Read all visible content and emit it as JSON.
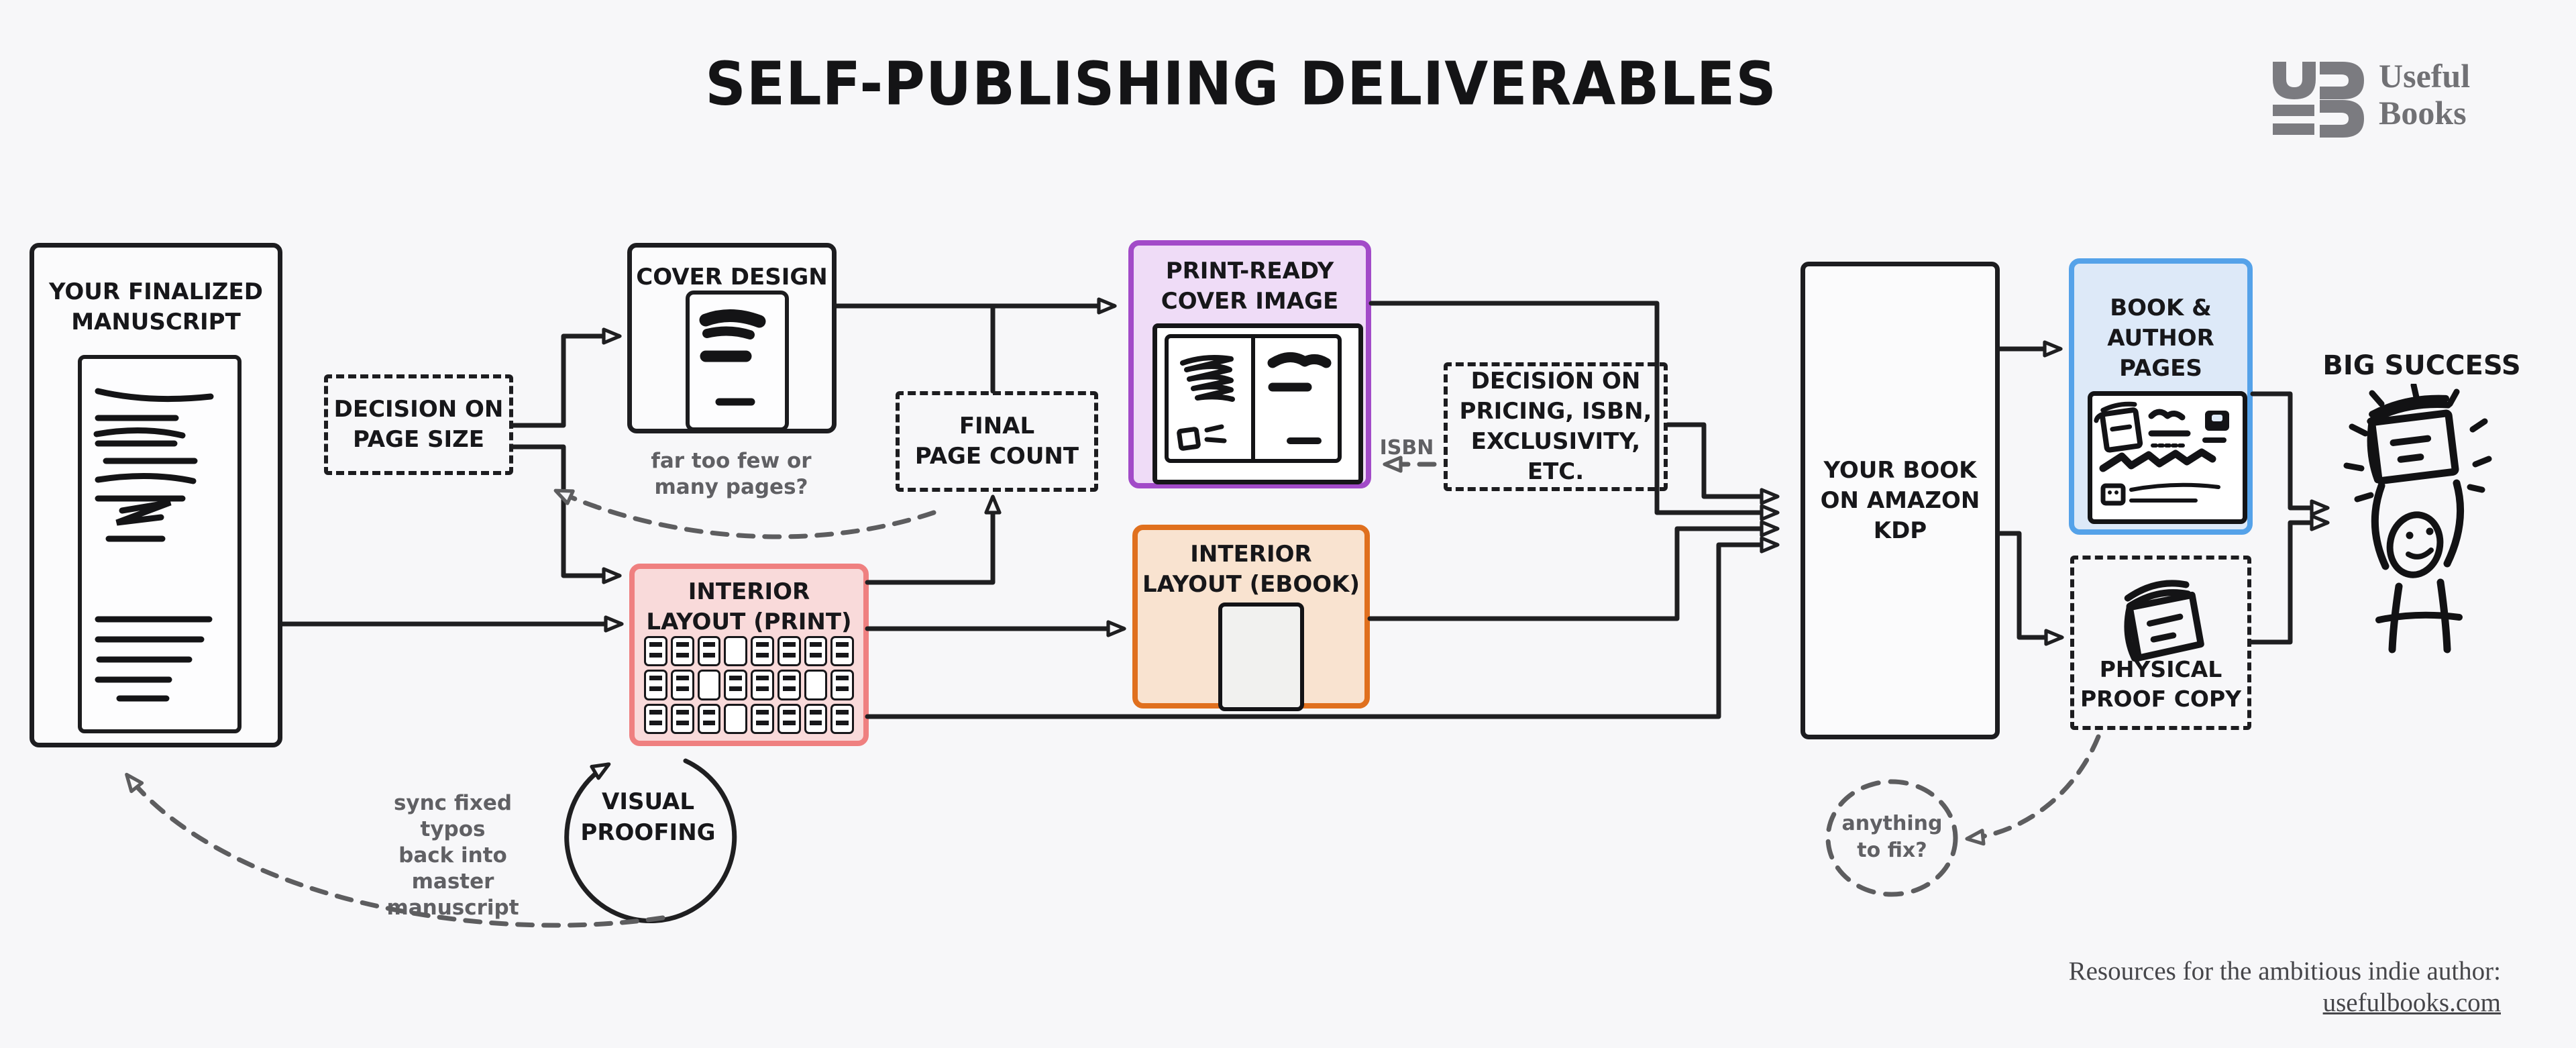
{
  "title": "SELF-PUBLISHING DELIVERABLES",
  "logo": {
    "monogram": "UB",
    "line1": "Useful",
    "line2": "Books",
    "color": "#717175"
  },
  "nodes": {
    "manuscript": {
      "label": "YOUR FINALIZED\nMANUSCRIPT"
    },
    "page_size": {
      "label": "DECISION ON\nPAGE SIZE"
    },
    "cover_design": {
      "label": "COVER DESIGN"
    },
    "final_page_count": {
      "label": "FINAL\nPAGE COUNT"
    },
    "print_ready_cover": {
      "label": "PRINT-READY\nCOVER IMAGE",
      "accent": "#a24bc8",
      "fill": "#efdcf7"
    },
    "interior_print": {
      "label": "INTERIOR\nLAYOUT (PRINT)",
      "accent": "#ef8080",
      "fill": "#f9dada"
    },
    "interior_ebook": {
      "label": "INTERIOR\nLAYOUT (EBOOK)",
      "accent": "#e0701e",
      "fill": "#f9e3d0"
    },
    "pricing": {
      "label": "DECISION ON\nPRICING, ISBN,\nEXCLUSIVITY, ETC."
    },
    "kdp": {
      "label": "YOUR BOOK\nON AMAZON\nKDP"
    },
    "book_author_pages": {
      "label": "BOOK &\nAUTHOR\nPAGES",
      "accent": "#55a2e9",
      "fill": "#dde9f8"
    },
    "physical_proof": {
      "label": "PHYSICAL\nPROOF COPY"
    },
    "big_success": {
      "label": "BIG SUCCESS"
    },
    "visual_proofing": {
      "label": "VISUAL\nPROOFING"
    }
  },
  "annotations": {
    "too_few_pages": "far too few or\nmany pages?",
    "isbn": "ISBN",
    "sync_typos": "sync fixed typos\nback into master\nmanuscript",
    "anything_to_fix": "anything\nto fix?"
  },
  "footer": {
    "line1": "Resources for the ambitious indie author:",
    "link": "usefulbooks.com"
  },
  "colors": {
    "background": "#f7f7f9",
    "ink": "#1d1d20",
    "annotation_gray": "#606064",
    "purple": "#a24bc8",
    "pink": "#ef8080",
    "orange": "#e0701e",
    "blue": "#55a2e9",
    "logo_gray": "#717175"
  }
}
